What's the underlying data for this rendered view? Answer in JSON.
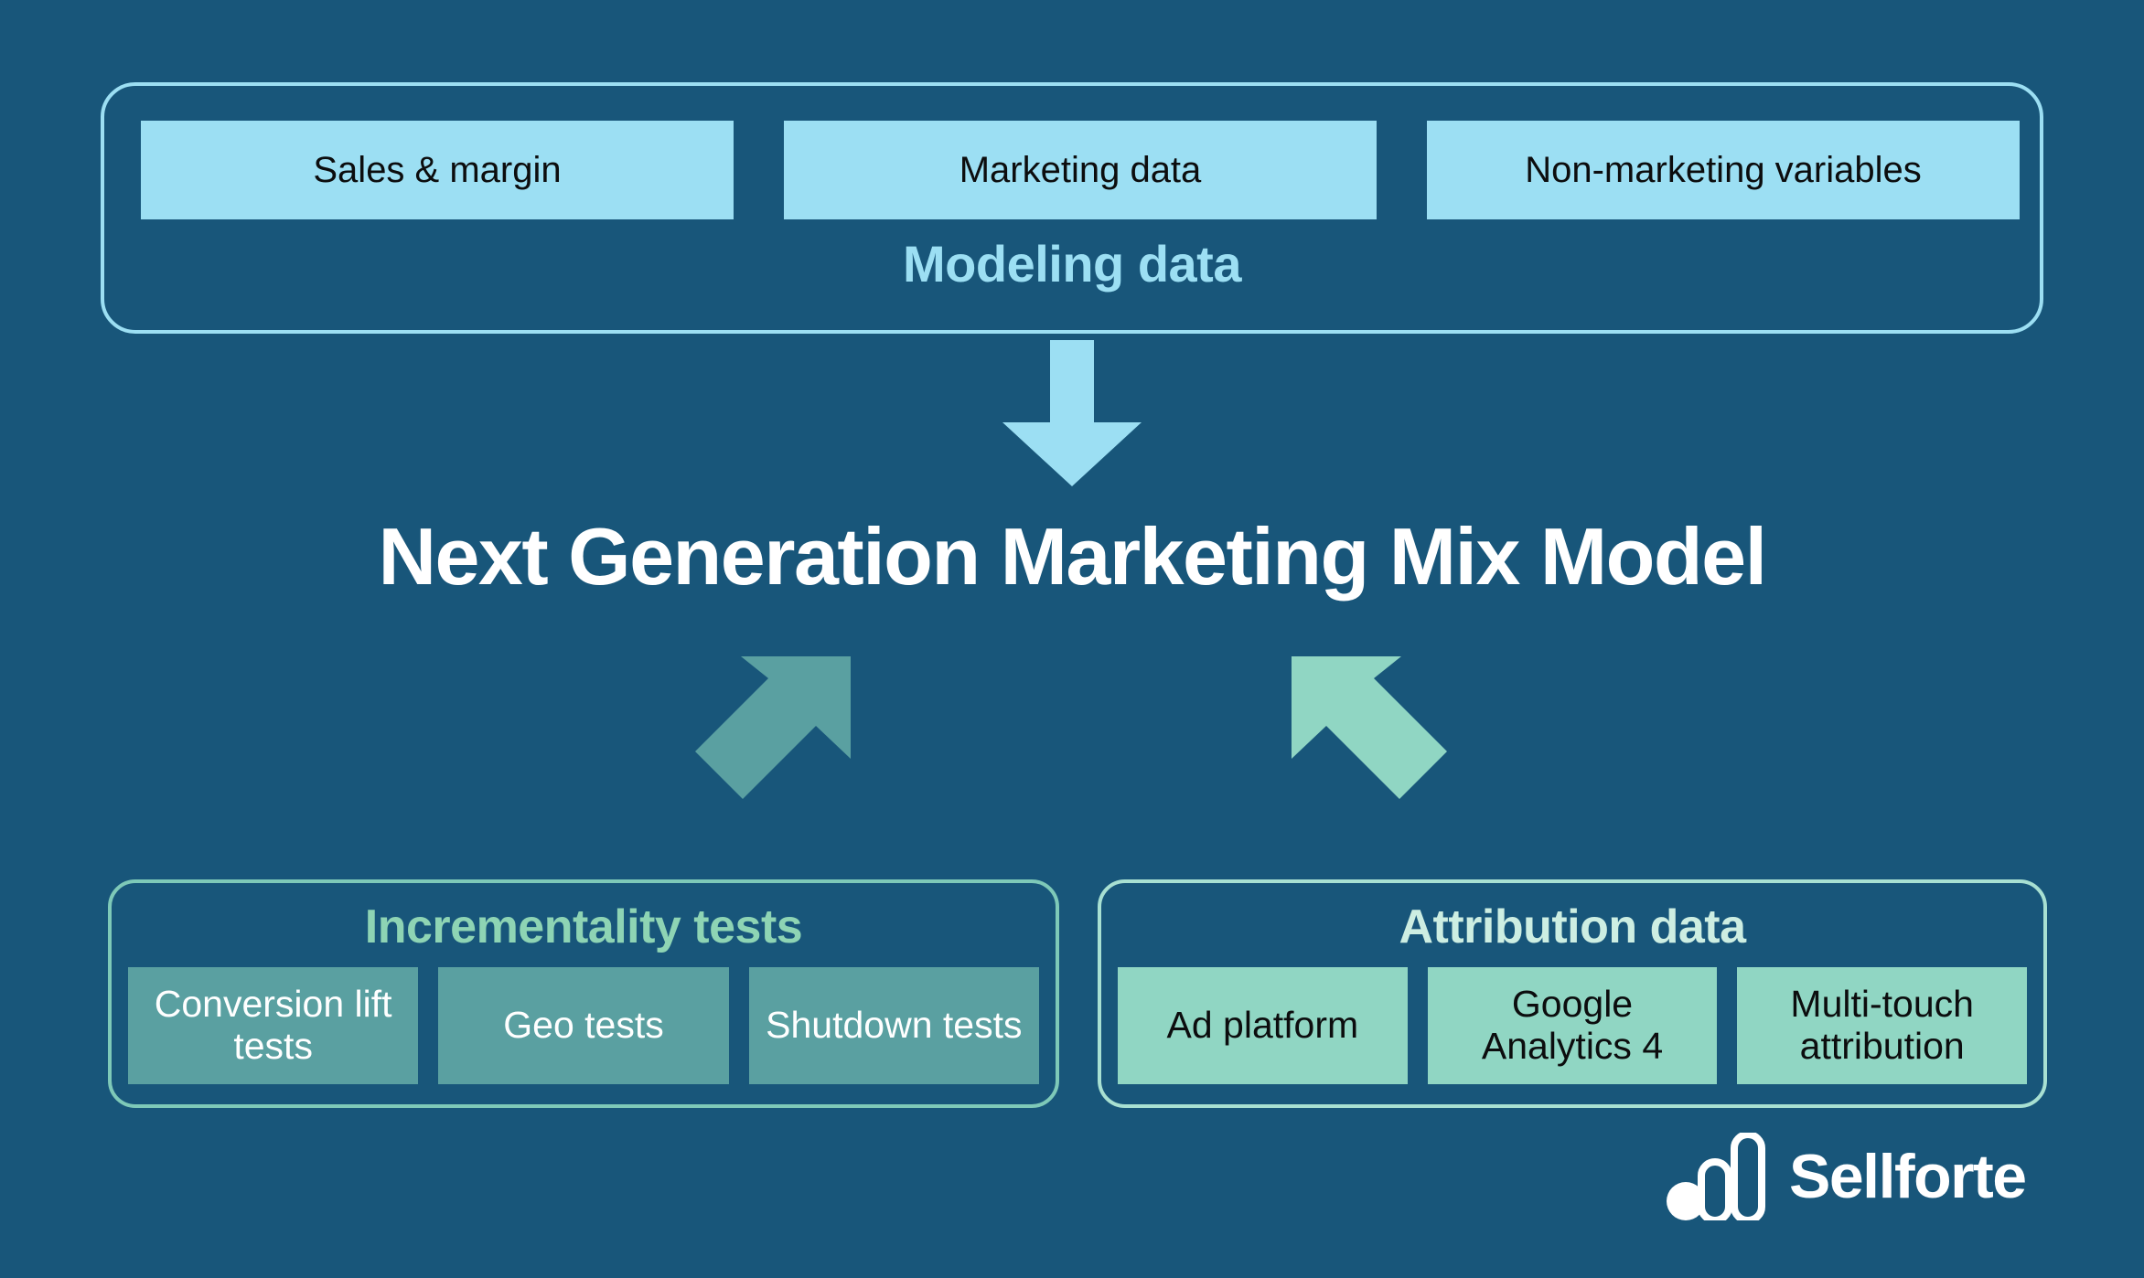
{
  "colors": {
    "background": "#18567a",
    "light_blue": "#9cdff3",
    "teal_chip": "#5aa0a1",
    "mint_chip": "#90d6c3",
    "incrementality_title": "#8ed4b4",
    "attribution_title": "#cdeee2",
    "headline": "#ffffff",
    "arrow_down": "#9cdff3",
    "arrow_ne": "#5aa0a1",
    "arrow_nw": "#90d6c3"
  },
  "top_panel": {
    "title": "Modeling data",
    "chips": [
      {
        "label": "Sales & margin"
      },
      {
        "label": "Marketing data"
      },
      {
        "label": "Non-marketing variables"
      }
    ]
  },
  "headline": "Next Generation Marketing Mix Model",
  "arrows": {
    "down": "arrow-down-icon",
    "up_right": "arrow-up-right-icon",
    "up_left": "arrow-up-left-icon"
  },
  "bottom_panels": [
    {
      "id": "incrementality",
      "title": "Incrementality tests",
      "chips": [
        {
          "label": "Conversion lift tests"
        },
        {
          "label": "Geo tests"
        },
        {
          "label": "Shutdown tests"
        }
      ]
    },
    {
      "id": "attribution",
      "title": "Attribution data",
      "chips": [
        {
          "label": "Ad platform"
        },
        {
          "label": "Google Analytics 4"
        },
        {
          "label": "Multi-touch attribution"
        }
      ]
    }
  ],
  "logo": {
    "wordmark": "Sellforte",
    "mark": "sellforte-bars-icon"
  }
}
